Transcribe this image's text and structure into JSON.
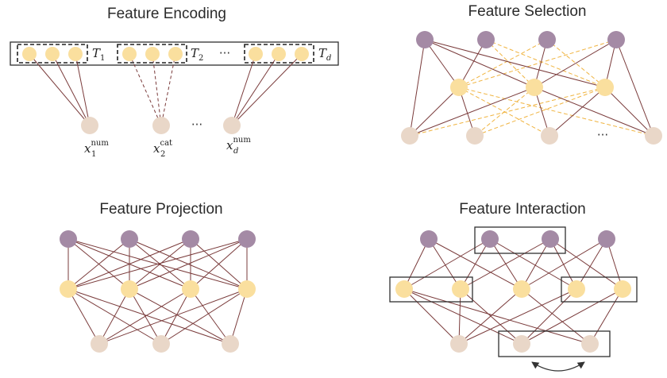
{
  "panels": {
    "encoding": {
      "title": "Feature Encoding",
      "token_labels": [
        {
          "base": "T",
          "sub": "1"
        },
        {
          "base": "T",
          "sub": "2"
        },
        {
          "base": "T",
          "sub": "d"
        }
      ],
      "ellipsis_top": "···",
      "ellipsis_bottom": "···",
      "inputs": [
        {
          "base": "x",
          "sub": "1",
          "sup": "num"
        },
        {
          "base": "x",
          "sub": "2",
          "sup": "cat"
        },
        {
          "base": "x",
          "sub": "d",
          "sup": "num"
        }
      ]
    },
    "selection": {
      "title": "Feature Selection",
      "ellipsis": "···"
    },
    "projection": {
      "title": "Feature Projection"
    },
    "interaction": {
      "title": "Feature Interaction"
    }
  },
  "colors": {
    "output_node": "#a48aa5",
    "hidden_node": "#fadf9e",
    "input_node": "#e9d7c8",
    "edge": "#7a3b3b",
    "dashed_edge": "#f0b440",
    "box": "#2f2f2f"
  }
}
